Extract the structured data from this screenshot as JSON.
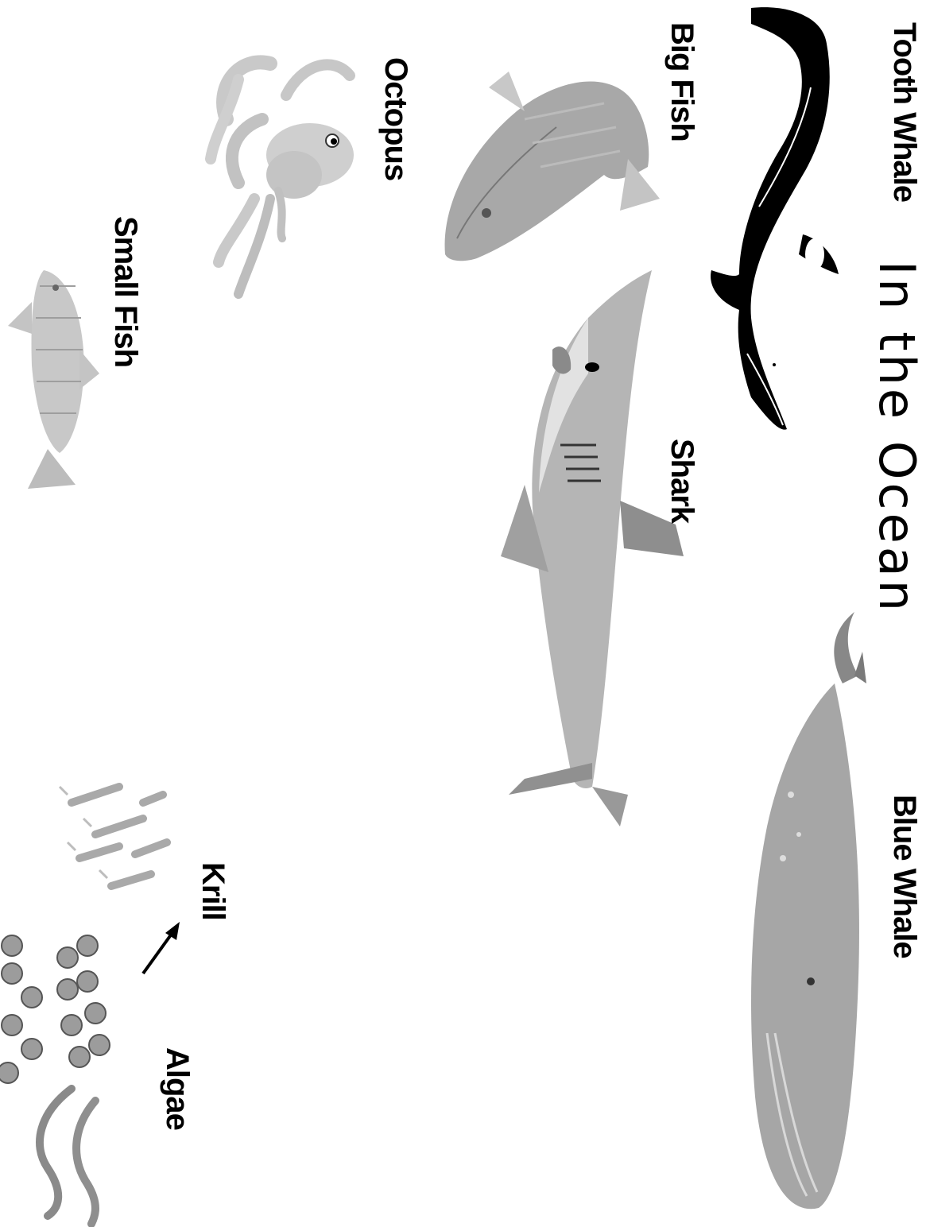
{
  "title": "In the Ocean",
  "organisms": {
    "tooth_whale": "Tooth Whale",
    "big_fish": "Big Fish",
    "octopus": "Octopus",
    "small_fish": "Small Fish",
    "shark": "Shark",
    "blue_whale": "Blue Whale",
    "krill": "Krill",
    "algae": "Algae"
  },
  "colors": {
    "background": "#ffffff",
    "text": "#000000",
    "orca": "#000000",
    "gray_light": "#cfcfcf",
    "gray_mid": "#9a9a9a",
    "gray_dark": "#6a6a6a"
  }
}
